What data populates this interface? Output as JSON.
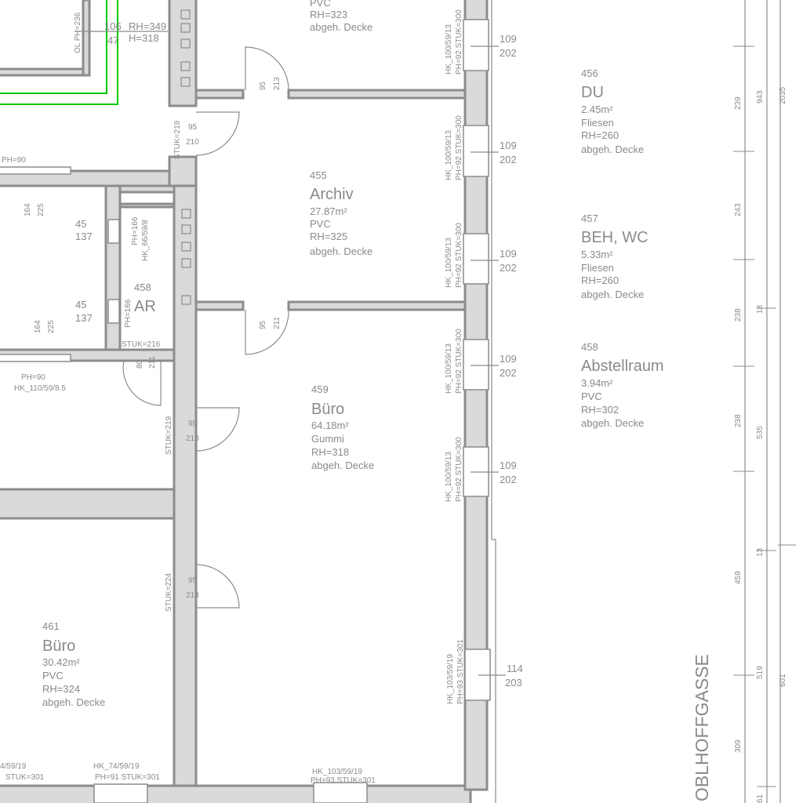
{
  "colors": {
    "wall_fill": "#dadada",
    "wall_line": "#8c8c8c",
    "text": "#8a8a8a",
    "green": "#00c800"
  },
  "top_room": {
    "floor": "PVC",
    "rh": "RH=323",
    "ceiling": "abgeh. Decke"
  },
  "rooms": [
    {
      "number": "455",
      "name": "Archiv",
      "area": "27.87m²",
      "floor": "PVC",
      "rh": "RH=325",
      "ceiling": "abgeh. Decke"
    },
    {
      "number": "456",
      "name": "DU",
      "area": "2.45m²",
      "floor": "Fliesen",
      "rh": "RH=260",
      "ceiling": "abgeh. Decke"
    },
    {
      "number": "457",
      "name": "BEH, WC",
      "area": "5.33m²",
      "floor": "Fliesen",
      "rh": "RH=260",
      "ceiling": "abgeh. Decke"
    },
    {
      "number": "458",
      "name": "Abstellraum",
      "area": "3.94m²",
      "floor": "PVC",
      "rh": "RH=302",
      "ceiling": "abgeh. Decke"
    },
    {
      "number": "459",
      "name": "Büro",
      "area": "64.18m²",
      "floor": "Gummi",
      "rh": "RH=318",
      "ceiling": "abgeh. Decke"
    },
    {
      "number": "461",
      "name": "Büro",
      "area": "30.42m²",
      "floor": "PVC",
      "rh": "RH=324",
      "ceiling": "abgeh. Decke"
    },
    {
      "number": "458",
      "name": "AR"
    }
  ],
  "windows": [
    {
      "w": "109",
      "h": "202",
      "hk": "HK_100/59/13",
      "ph": "PH=92 STUK=300"
    },
    {
      "w": "109",
      "h": "202",
      "hk": "HK_100/59/13",
      "ph": "PH=92 STUK=300"
    },
    {
      "w": "109",
      "h": "202",
      "hk": "HK_100/59/13",
      "ph": "PH=92 STUK=300"
    },
    {
      "w": "109",
      "h": "202",
      "hk": "HK_100/59/13",
      "ph": "PH=92 STUK=300"
    },
    {
      "w": "109",
      "h": "202",
      "hk": "HK_100/59/13",
      "ph": "PH=92 STUK=300"
    },
    {
      "w": "114",
      "h": "203",
      "hk": "HK_103/59/19",
      "ph": "PH=93 STUK=301"
    }
  ],
  "doors": [
    {
      "w": "95",
      "h": "213"
    },
    {
      "w": "95",
      "h": "210"
    },
    {
      "w": "95",
      "h": "211"
    },
    {
      "w": "95",
      "h": "210"
    },
    {
      "w": "95",
      "h": "213"
    },
    {
      "w": "80",
      "h": "211"
    }
  ],
  "stuk": [
    "STUK=219",
    "STUK=219",
    "STUK=224",
    "STUK=216"
  ],
  "misc": {
    "top_left_w": "106",
    "top_left_h": "47",
    "top_left_rh": "RH=349",
    "top_left_hh": "H=318",
    "top_left_ol": "OL PH=236",
    "ph90_a": "PH=90",
    "ph90_b": "PH=90",
    "hk_110": "HK_110/59/8.5",
    "win_45a": "45",
    "win_137a": "137",
    "win_45b": "45",
    "win_137b": "137",
    "win_164a": "164",
    "win_225a": "225",
    "win_164b": "164",
    "win_225b": "225",
    "ph166a": "PH=166",
    "hk66": "HK_66/59/8",
    "ph166b": "PH=166",
    "hk_bl1": "4/59/19",
    "stuk_bl1": "STUK=301",
    "hk_bl2": "HK_74/59/19",
    "ph_bl2": "PH=91  STUK=301",
    "hk_bm": "HK_103/59/19",
    "ph_bm": "PH=93  STUK=301"
  },
  "dimensions": {
    "inner": [
      "239",
      "243",
      "238",
      "238",
      "459",
      "309"
    ],
    "middle": [
      "943",
      "18",
      "535",
      "13",
      "519",
      "61"
    ],
    "outer": [
      "2035",
      "601"
    ]
  },
  "street": "OBLHOFFGASSE"
}
